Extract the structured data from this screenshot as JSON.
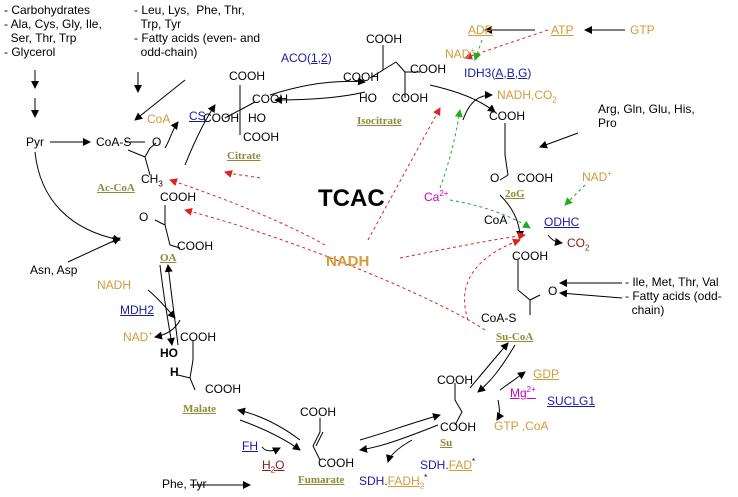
{
  "title": "TCAC",
  "nadh_center": "NADH",
  "sources": {
    "top_left": "- Carbohydrates\n- Ala, Cys, Gly, Ile,\n  Ser, Thr, Trp\n- Glycerol",
    "top_mid": "- Leu, Lys,  Phe, Thr,\n  Trp, Tyr\n- Fatty acids (even- and\n  odd-chain)",
    "right_mid": "Arg, Gln, Glu, His,\nPro",
    "right_low": "- Ile, Met, Thr, Val\n- Fatty acids (odd-\n  chain)",
    "asn": "Asn, Asp",
    "phe": "Phe, Tyr"
  },
  "pyr": "Pyr",
  "metabolites": {
    "accoa": "Ac-CoA",
    "citrate": "Citrate",
    "isocitrate": "Isocitrate",
    "og": "2oG",
    "sucoa": "Su-CoA",
    "su": "Su",
    "fumarate": "Fumarate",
    "malate": "Malate",
    "oa": "OA"
  },
  "atoms": {
    "coas_accoa": "CoA-S",
    "ch3": "CH",
    "ch3_sub": "3",
    "o_accoa": "O",
    "cooh": "COOH",
    "o": "O",
    "ho": "HO",
    "ho_malate": "HO",
    "h_malate": "H",
    "coa_og": "CoA",
    "coas_sucoa": "CoA-S"
  },
  "cofactors": {
    "coa_cs": "CoA",
    "adp": "ADP",
    "atp": "ATP",
    "gtp_top": "GTP",
    "nad_isocitrate": "NAD",
    "nadh_co2": "NADH,CO",
    "nadh_co2_sub": "2",
    "nad_og": "NAD",
    "co2_odhc": "CO",
    "co2_odhc_sub": "2",
    "nadh_mdh": "NADH",
    "nad_mdh": "NAD",
    "gdp": "GDP",
    "gtp_coa": "GTP ,CoA",
    "sdh_fad_prefix": "SDH.",
    "fad": "FAD",
    "sdh_fadh2_prefix": "SDH.",
    "fadh": "FADH",
    "fadh_sub": "2",
    "asterisk": "*",
    "h2o": "H",
    "h2o_sub": "2",
    "h2o_o": "O",
    "plus": "+"
  },
  "enzymes": {
    "cs": "CS",
    "aco": "ACO(",
    "aco_1": "1",
    "aco_sep": ",",
    "aco_2": "2",
    "aco_close": ")",
    "idh3": "IDH3(",
    "idh3_a": "A",
    "idh3_b": "B",
    "idh3_g": "G",
    "idh3_sep": ",",
    "idh3_close": ")",
    "odhc": "ODHC",
    "suclg1": "SUCLG1",
    "fh": "FH",
    "mdh2": "MDH2"
  },
  "ions": {
    "ca": "Ca",
    "ca_charge": "2+",
    "mg": "Mg",
    "mg_charge": "2+"
  },
  "colors": {
    "metabolite": "#8b8b3a",
    "cofactor": "#d49a3a",
    "enzyme": "#1a1aaa",
    "ion": "#cc00cc",
    "inhibition": "#dd2222",
    "activation": "#22aa22",
    "water": "#8b1a1a"
  }
}
